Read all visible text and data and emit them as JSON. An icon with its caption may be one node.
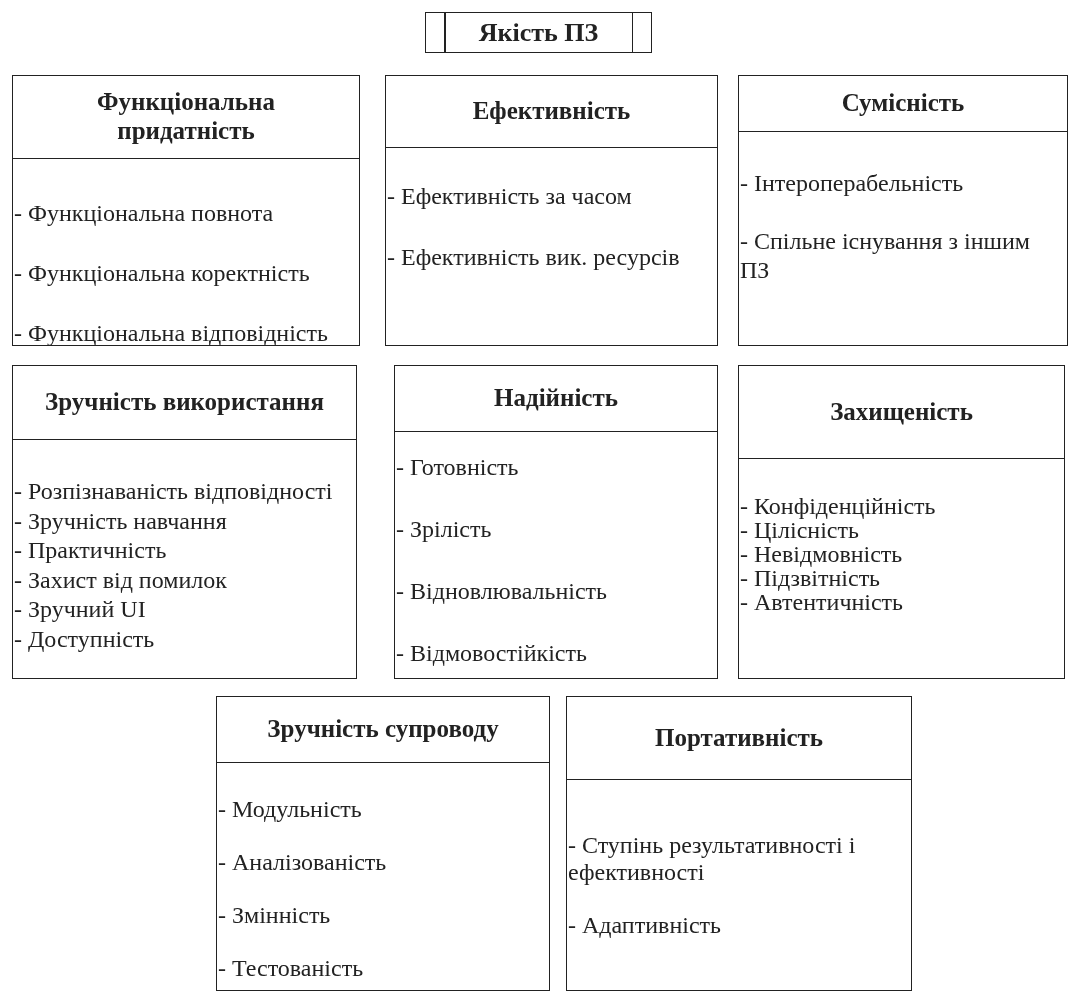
{
  "diagram": {
    "nodes": [
      {
        "text": [
          "Якість ПЗ"
        ]
      },
      {
        "text": [
          "Функціональна придатність",
          "- Функціональна повнота",
          "- Функціональна коректність",
          "- Функціональна відповідність"
        ]
      },
      {
        "text": [
          "Ефективність",
          "- Ефективність за часом",
          "- Ефективність вик. ресурсів"
        ]
      },
      {
        "text": [
          "Сумісність",
          "- Інтероперабельність",
          "- Спільне існування з іншим ПЗ"
        ]
      },
      {
        "text": [
          "Зручність використання",
          "- Розпізнаваність відповідності",
          "- Зручність навчання",
          "- Практичність",
          "- Захист від помилок",
          "- Зручний UI",
          "- Доступність"
        ]
      },
      {
        "text": [
          "Надійність",
          "- Готовність",
          "- Зрілість",
          "- Відновлювальність",
          "- Відмовостійкість"
        ]
      },
      {
        "text": [
          "Захищеність",
          "- Конфіденційність",
          "- Цілісність",
          "- Невідмовність",
          "- Підзвітність",
          "- Автентичність"
        ]
      },
      {
        "text": [
          "Зручність супроводу",
          "- Модульність",
          "- Аналізованість",
          "- Змінність",
          "- Тестованість"
        ]
      },
      {
        "text": [
          "Портативність",
          "- Ступінь результативності і ефективності",
          "- Адаптивність"
        ]
      }
    ]
  }
}
